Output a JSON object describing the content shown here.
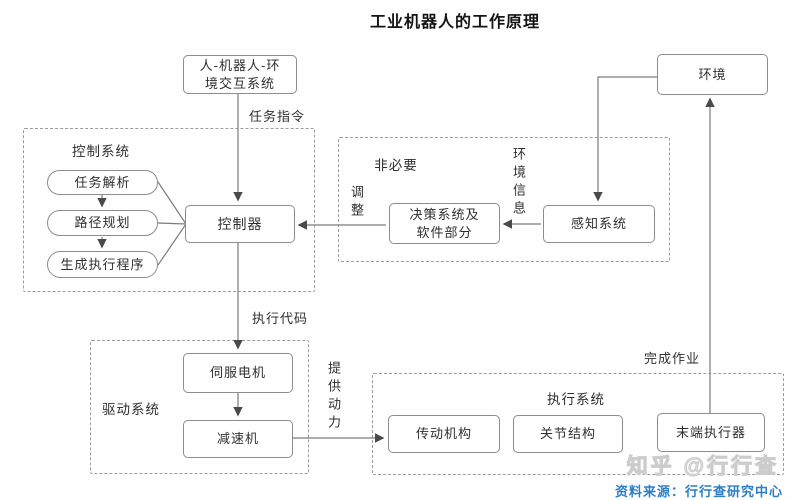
{
  "title": "工业机器人的工作原理",
  "nodes": {
    "interaction": "人-机器人-环\n境交互系统",
    "controller": "控制器",
    "task_parse": "任务解析",
    "path_plan": "路径规划",
    "gen_program": "生成执行程序",
    "decision": "决策系统及\n软件部分",
    "perception": "感知系统",
    "environment": "环境",
    "servo": "伺服电机",
    "reducer": "减速机",
    "transmission": "传动机构",
    "joint": "关节结构",
    "end_effector": "末端执行器"
  },
  "groups": {
    "control_system": "控制系统",
    "optional": "非必要",
    "drive_system": "驱动系统",
    "execution_system": "执行系统"
  },
  "edge_labels": {
    "task_command": "任务指令",
    "exec_code": "执行代码",
    "adjust": "调整",
    "env_info": "环境信息",
    "provide_power": "提供动力",
    "complete_work": "完成作业"
  },
  "footer": {
    "watermark": "知乎 @行行查",
    "source": "资料来源：行行查研究中心"
  },
  "colors": {
    "source_blue": "#2d7dc6",
    "line_gray": "#7d7d7d",
    "box_border_gray": "#8d8d8d",
    "dashed_border_gray": "#9c9c9c",
    "text_dark": "#2f2f2f",
    "watermark_gray": "#e0e0e0"
  }
}
